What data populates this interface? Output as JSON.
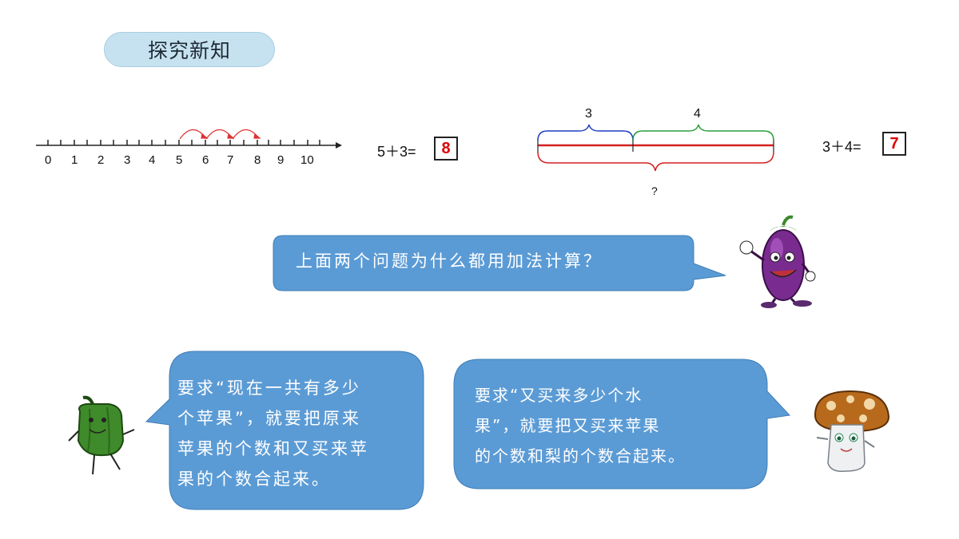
{
  "header": {
    "title": "探究新知"
  },
  "numberline": {
    "labels": [
      "0",
      "1",
      "2",
      "3",
      "4",
      "5",
      "6",
      "7",
      "8",
      "9",
      "10"
    ],
    "equation": "5＋3=",
    "answer": "8"
  },
  "segment": {
    "left_label": "3",
    "right_label": "4",
    "total_label": "?",
    "equation": "3＋4=",
    "answer": "7"
  },
  "question_bubble": {
    "text": "上面两个问题为什么都用加法计算？"
  },
  "left_bubble": {
    "lines": [
      "要求“现在一共有多少",
      "个苹果”，就要把原来",
      "苹果的个数和又买来苹",
      "果的个数合起来。"
    ]
  },
  "right_bubble": {
    "lines": [
      "要求“又买来多少个水",
      "果”，就要把又买来苹果",
      "的个数和梨的个数合起来。"
    ]
  },
  "colors": {
    "bubble": "#5b9bd5",
    "pill": "#c6e2f0",
    "answer": "#e00000",
    "brace_blue": "#1f3fc0",
    "brace_green": "#2a9d3a",
    "brace_red": "#d42020"
  },
  "characters": [
    "eggplant-icon",
    "pepper-icon",
    "mushroom-icon"
  ]
}
